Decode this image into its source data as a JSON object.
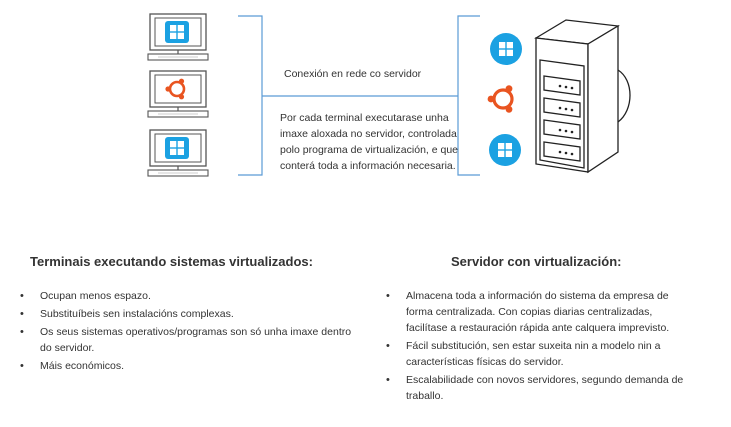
{
  "connection_label": "Conexión en rede co servidor",
  "description": "Por cada terminal executarase unha imaxe aloxada no servidor, controlada polo programa de virtualización, e que conterá toda a información necesaria.",
  "terminals": {
    "heading": "Terminais executando sistemas virtualizados:",
    "bullets": [
      "Ocupan menos espazo.",
      "Substituíbeis sen instalacións complexas.",
      "Os seus sistemas operativos/programas son só unha imaxe dentro do servidor.",
      "Máis económicos."
    ],
    "os_icons": [
      "windows-icon",
      "ubuntu-icon",
      "windows-icon"
    ]
  },
  "server": {
    "heading": "Servidor con virtualización:",
    "bullets": [
      "Almacena toda a información do sistema da empresa de forma centralizada. Con copias diarias centralizadas, facilítase a restauración rápida ante calquera imprevisto.",
      "Fácil substitución, sen estar suxeita nin a modelo nin a características físicas do servidor.",
      "Escalabilidade con novos servidores, segundo demanda de traballo."
    ],
    "os_icons": [
      "windows-icon",
      "ubuntu-icon",
      "windows-icon"
    ]
  },
  "colors": {
    "windows_blue": "#1BA1E2",
    "ubuntu_orange": "#E95420",
    "connector_blue": "#5B9BD5",
    "heading_underline": "#5B9BD5"
  }
}
